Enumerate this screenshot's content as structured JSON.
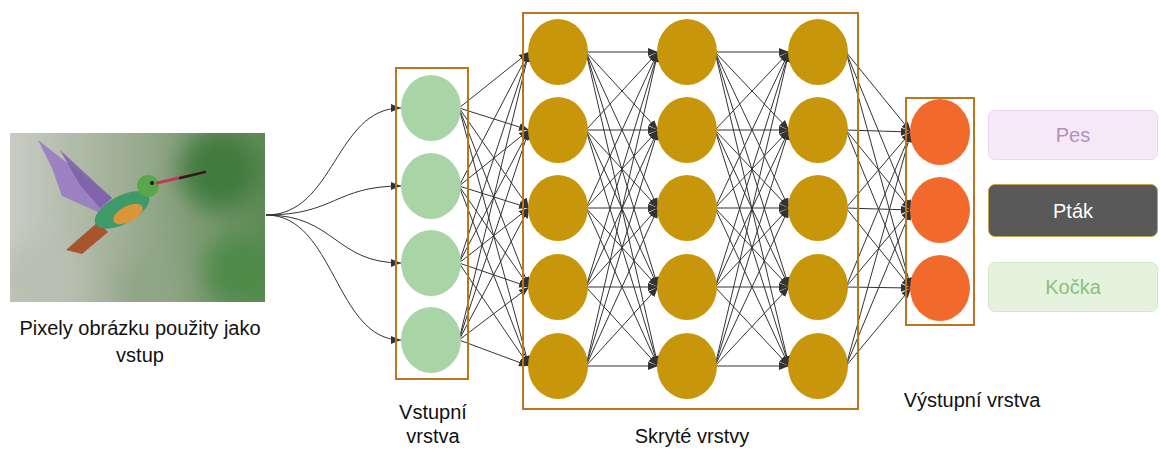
{
  "diagram": {
    "nodes": [
      {
        "text": [
          "Vstupní vrstva"
        ]
      },
      {
        "text": [
          "Skryté vrstvy"
        ]
      },
      {
        "text": [
          "Výstupní vrstva"
        ]
      },
      {
        "text": [
          "Pes"
        ]
      },
      {
        "text": [
          "Pták"
        ]
      },
      {
        "text": [
          "Kočka"
        ]
      }
    ],
    "labels": [
      "Pixely obrázku použity jako vstup"
    ]
  }
}
